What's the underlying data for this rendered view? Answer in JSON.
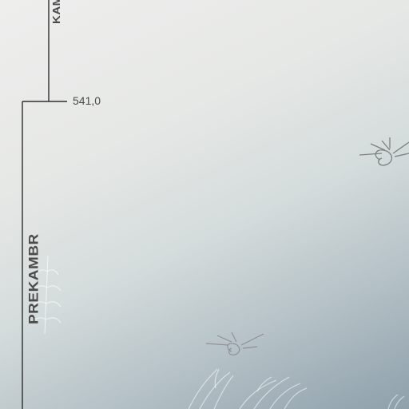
{
  "timeline": {
    "eras": [
      {
        "label": "KAM"
      },
      {
        "label": "PREKAMBR"
      }
    ],
    "boundary_value": "541,0"
  },
  "colors": {
    "line": "#2e2e2e",
    "label": "#4b4b4b",
    "background_top": "#eeeeed",
    "background_bottom": "#8ea0ab"
  },
  "illustrations": [
    {
      "icon": "jellyfish-icon"
    },
    {
      "icon": "jellyfish-icon"
    },
    {
      "icon": "sea-fern-icon"
    },
    {
      "icon": "seaweed-icon"
    }
  ]
}
